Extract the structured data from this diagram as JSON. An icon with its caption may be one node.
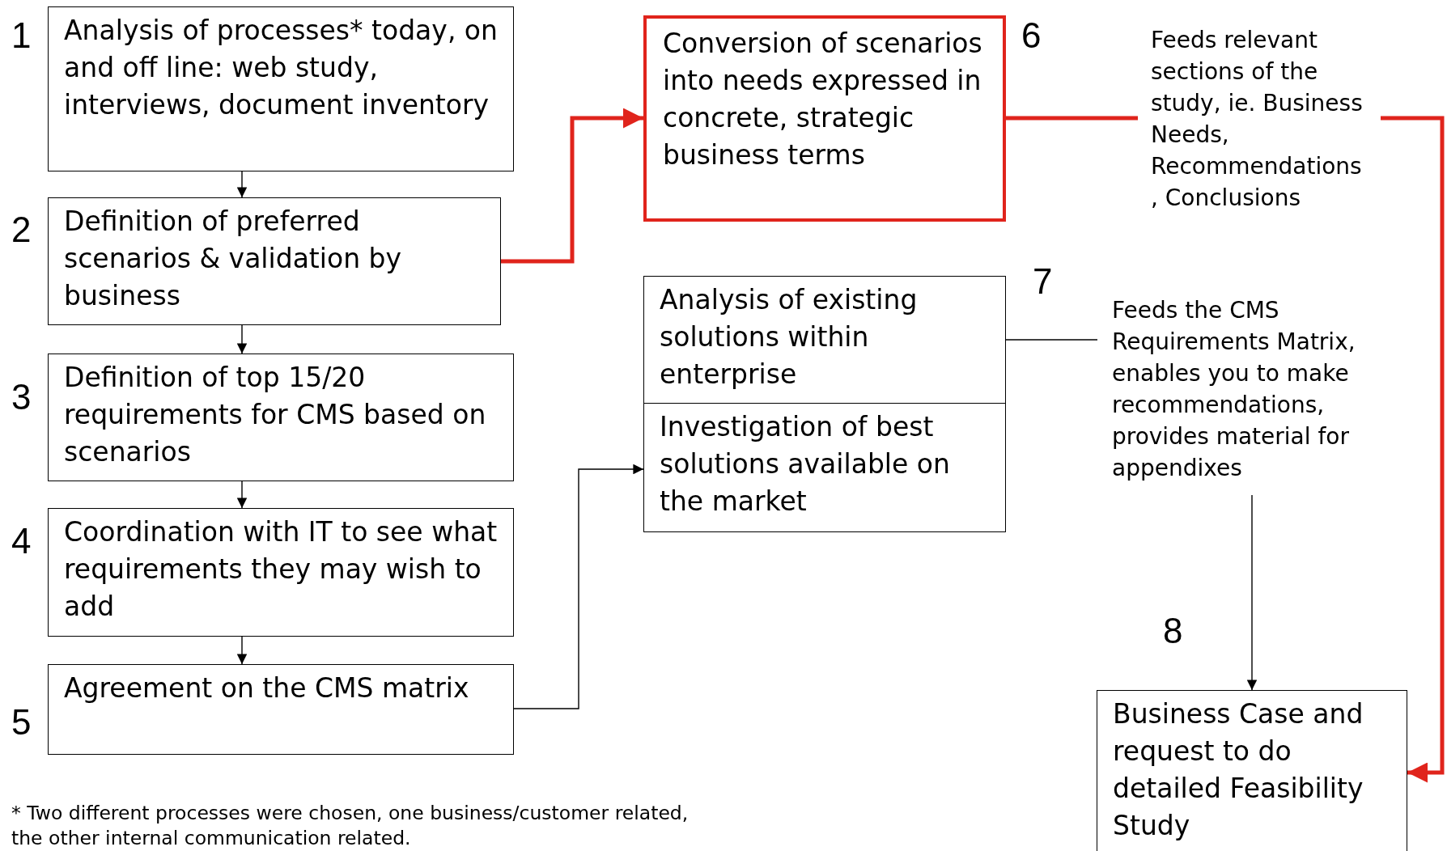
{
  "diagram": {
    "nodes": [
      {
        "text": [
          "Analysis of processes* today, on and off line: web study, interviews, document inventory"
        ],
        "beside": [
          "1"
        ]
      },
      {
        "text": [
          "Definition of preferred scenarios & validation by business"
        ],
        "beside": [
          "2"
        ]
      },
      {
        "text": [
          "Definition of top 15/20 requirements for CMS based on scenarios"
        ],
        "beside": [
          "3"
        ]
      },
      {
        "text": [
          "Coordination with IT to see what requirements they may wish to add"
        ],
        "beside": [
          "4"
        ]
      },
      {
        "text": [
          "Agreement on the  CMS matrix"
        ],
        "beside": [
          "5"
        ]
      },
      {
        "text": [
          "Conversion of scenarios into needs expressed in concrete, strategic business terms"
        ],
        "beside": [
          "6"
        ]
      },
      {
        "text": [
          "Feeds relevant sections of the study, ie. Business Needs, Recommendations, Conclusions"
        ]
      },
      {
        "text": [
          "Analysis of existing solutions within enterprise"
        ],
        "beside": [
          "7"
        ]
      },
      {
        "text": [
          "Investigation of best solutions available on the market"
        ]
      },
      {
        "text": [
          "Feeds the CMS Requirements Matrix, enables you to make recommendations, provides material for appendixes"
        ]
      },
      {
        "text": [
          "Business Case and request to do detailed Feasibility Study"
        ],
        "beside": [
          "8"
        ]
      }
    ],
    "edges": [
      {
        "from": 0,
        "to": 1,
        "arrow": "to"
      },
      {
        "from": 1,
        "to": 2,
        "arrow": "to"
      },
      {
        "from": 2,
        "to": 3,
        "arrow": "to"
      },
      {
        "from": 3,
        "to": 4,
        "arrow": "to"
      },
      {
        "from": 1,
        "to": 5,
        "arrow": "to",
        "style": "thick",
        "color": "#e0241c"
      },
      {
        "from": 4,
        "to": 8,
        "arrow": "to"
      },
      {
        "from": 5,
        "to": 6,
        "arrow": "none",
        "style": "thick",
        "color": "#e0241c"
      },
      {
        "from": 6,
        "to": 10,
        "arrow": "to",
        "style": "thick",
        "color": "#e0241c"
      },
      {
        "from": 7,
        "to": 9,
        "arrow": "none"
      },
      {
        "from": 9,
        "to": 10,
        "arrow": "to"
      }
    ],
    "labels": [
      "* Two different processes were chosen, one business/customer related, the other internal communication related."
    ]
  }
}
